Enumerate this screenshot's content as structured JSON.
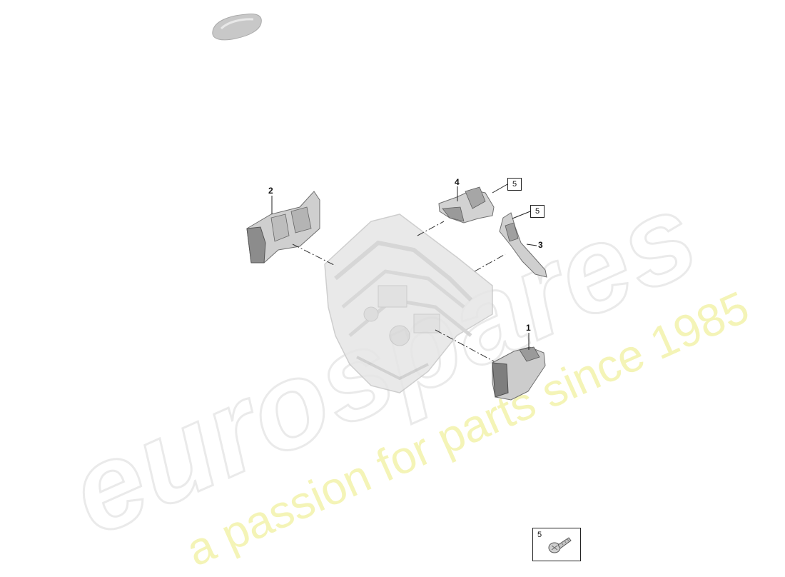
{
  "watermark": {
    "brand": "eurospares",
    "tagline": "a passion for parts since 1985"
  },
  "diagram": {
    "callouts": [
      {
        "id": "part-1",
        "label": "1"
      },
      {
        "id": "part-2",
        "label": "2"
      },
      {
        "id": "part-3",
        "label": "3"
      },
      {
        "id": "part-4",
        "label": "4"
      }
    ],
    "boxed_refs": [
      {
        "id": "ref-5a",
        "label": "5"
      },
      {
        "id": "ref-5b",
        "label": "5"
      }
    ],
    "legend": {
      "label": "5",
      "item": "screw-icon"
    }
  },
  "colors": {
    "part_fill": "#d6d6d6",
    "part_shade": "#8a8a8a",
    "engine_fill": "#e3e3e3",
    "line": "#222222",
    "watermark_text": "#eeee88"
  }
}
